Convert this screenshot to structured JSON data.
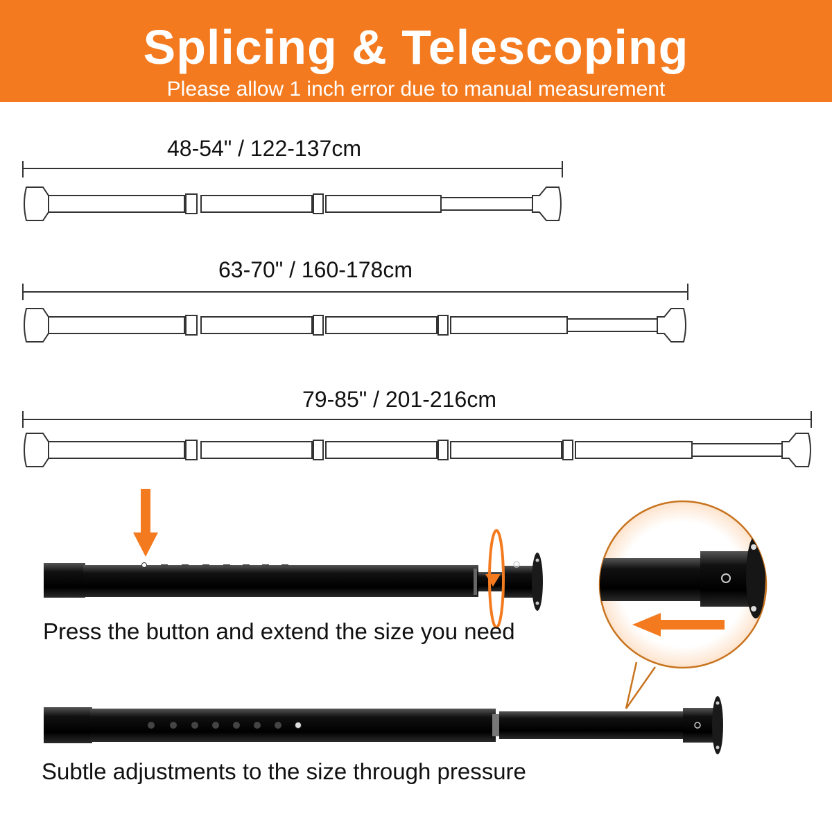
{
  "header": {
    "title": "Splicing & Telescoping",
    "subtitle": "Please allow 1 inch error due to manual measurement",
    "banner_color": "#f47a1f"
  },
  "sizes": [
    {
      "label": "48-54\" / 122-137cm"
    },
    {
      "label": "63-70\" / 160-178cm"
    },
    {
      "label": "79-85\" / 201-216cm"
    }
  ],
  "captions": {
    "press": "Press the button and extend the size you need",
    "subtle": "Subtle adjustments to the size through pressure"
  },
  "colors": {
    "accent": "#f47a1f",
    "rod": "#1a1a1a",
    "outline": "#333333"
  },
  "icons": [
    "down-arrow-icon",
    "rotate-arrow-icon",
    "left-arrow-icon",
    "magnifier-callout-icon"
  ]
}
